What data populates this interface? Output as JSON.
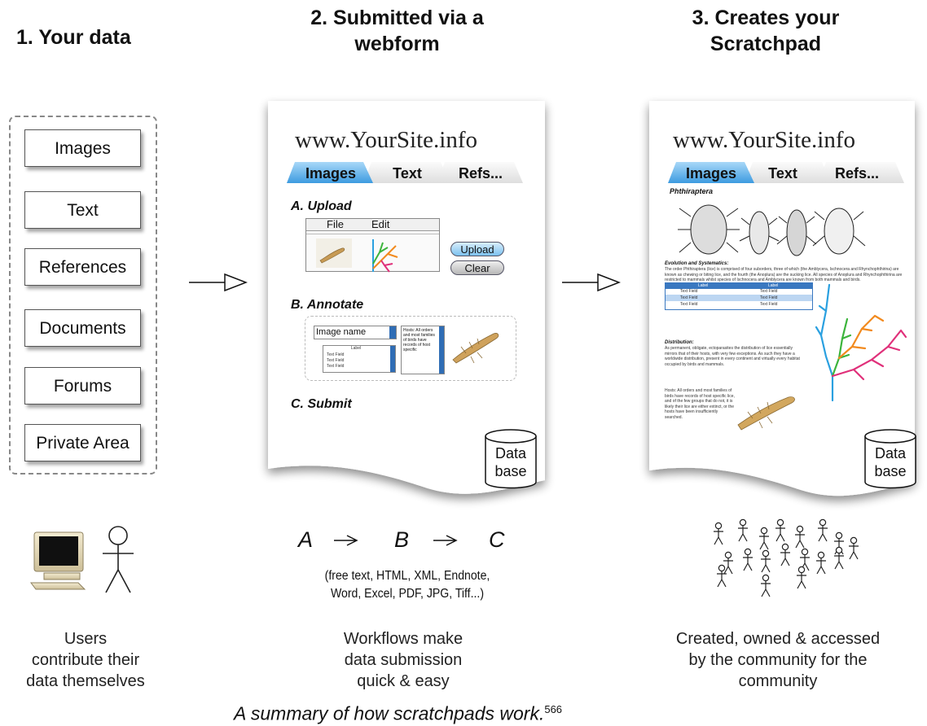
{
  "headings": {
    "col1": "1. Your data",
    "col2_line1": "2. Submitted via a",
    "col2_line2": "webform",
    "col3_line1": "3. Creates your",
    "col3_line2": "Scratchpad"
  },
  "data_items": [
    "Images",
    "Text",
    "References",
    "Documents",
    "Forums",
    "Private Area"
  ],
  "webform": {
    "site": "www.YourSite.info",
    "tabs": [
      "Images",
      "Text",
      "Refs..."
    ],
    "upload_label": "A. Upload",
    "menu_file": "File",
    "menu_edit": "Edit",
    "upload_button": "Upload",
    "clear_button": "Clear",
    "annotate_label": "B. Annotate",
    "image_name": "Image name",
    "table_header": "Label",
    "table_rows": [
      "Text Field",
      "Text Field",
      "Text Field"
    ],
    "notes_text": "Hosts: All orders and most families of birds have records of host specific",
    "submit_label": "C. Submit",
    "db_line1": "Data",
    "db_line2": "base"
  },
  "scratchpad": {
    "site": "www.YourSite.info",
    "tabs": [
      "Images",
      "Text",
      "Refs..."
    ],
    "taxon": "Phthiraptera",
    "evolution_heading": "Evolution and Systematics:",
    "evolution_text": "The order Phthiraptera (lice) is comprised of four suborders, three of which (the Amblycera, Ischnocera and Rhynchophthirina) are known as chewing or biting lice, and the fourth (the Anoplura) are the sucking lice. All species of Anoplura and Rhynchophthirina are restricted to mammals whilst species of Ischnocera and Amblycera are known from both mammals and birds.",
    "table_headers": [
      "Label",
      "Label"
    ],
    "table_rows": [
      [
        "Text Field",
        "Text Field"
      ],
      [
        "Text Field",
        "Text Field"
      ],
      [
        "Text Field",
        "Text Field"
      ]
    ],
    "distribution_heading": "Distribution:",
    "distribution_text": "As permanent, obligate, ectoparasites the distribution of lice essentially mirrors that of their hosts, with very few exceptions. As such they have a worldwide distribution, present in every continent and virtually every habitat occupied by birds and mammals.",
    "hosts_text": "Hosts: All orders and most families of birds have records of host specific lice, and of the few groups that do not, it is likely their lice are either extinct, or the hosts have been insufficiently searched.",
    "db_line1": "Data",
    "db_line2": "base"
  },
  "workflow": {
    "a": "A",
    "b": "B",
    "c": "C",
    "formats_line1": "(free text, HTML, XML, Endnote,",
    "formats_line2": "Word, Excel, PDF, JPG, Tiff...)"
  },
  "captions": {
    "col1": [
      "Users",
      "contribute their",
      "data themselves"
    ],
    "col2": [
      "Workflows make",
      "data submission",
      "quick & easy"
    ],
    "col3": [
      "Created, owned & accessed",
      "by the community for the",
      "community"
    ]
  },
  "figure_caption": {
    "text": "A summary of how scratchpads work.",
    "superscript": "566"
  },
  "colors": {
    "tab_active": "#3d9be0",
    "tab_inactive": "#e9e9e9",
    "tree_blue": "#2aa0e0",
    "tree_green": "#3cb43c",
    "tree_orange": "#f28a1e",
    "tree_magenta": "#e0307a"
  }
}
